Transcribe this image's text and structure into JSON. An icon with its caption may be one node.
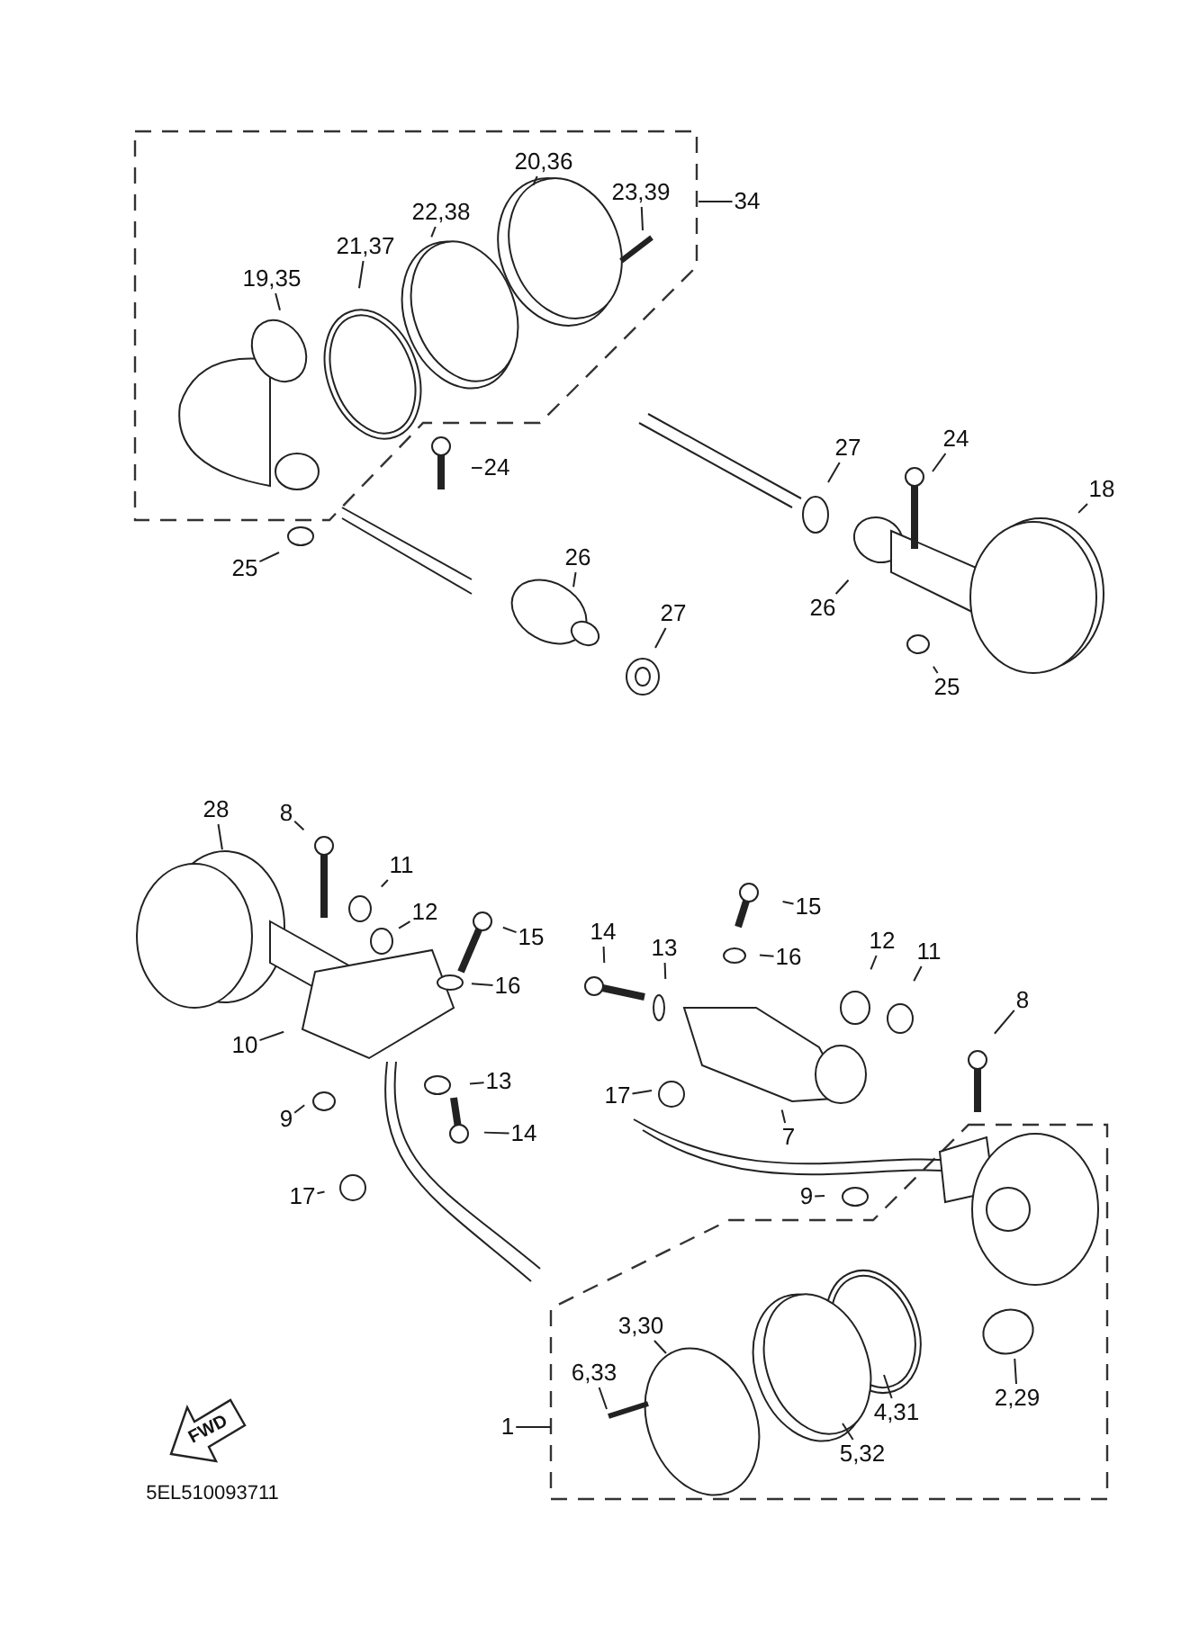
{
  "diagram": {
    "nodes": [
      {
        "text": [],
        "shape": "box"
      },
      {
        "text": [
          "34"
        ]
      },
      {
        "text": [
          "20,36"
        ],
        "in": 0
      },
      {
        "text": [
          "22,38"
        ],
        "in": 0
      },
      {
        "text": [
          "23,39"
        ],
        "in": 0
      },
      {
        "text": [
          "21,37"
        ],
        "in": 0
      },
      {
        "text": [
          "19,35"
        ],
        "in": 0
      },
      {
        "text": [
          "24"
        ]
      },
      {
        "text": [
          "25"
        ]
      },
      {
        "text": [
          "26"
        ]
      },
      {
        "text": [
          "27"
        ]
      },
      {
        "text": [
          "27"
        ]
      },
      {
        "text": [
          "24"
        ]
      },
      {
        "text": [
          "18"
        ]
      },
      {
        "text": [
          "26"
        ]
      },
      {
        "text": [
          "25"
        ]
      },
      {
        "text": [
          "28"
        ]
      },
      {
        "text": [
          "8"
        ]
      },
      {
        "text": [
          "11"
        ]
      },
      {
        "text": [
          "12"
        ]
      },
      {
        "text": [
          "15"
        ]
      },
      {
        "text": [
          "16"
        ]
      },
      {
        "text": [
          "10"
        ]
      },
      {
        "text": [
          "9"
        ]
      },
      {
        "text": [
          "13"
        ]
      },
      {
        "text": [
          "14"
        ]
      },
      {
        "text": [
          "17"
        ]
      },
      {
        "text": [
          "15"
        ]
      },
      {
        "text": [
          "14"
        ]
      },
      {
        "text": [
          "13"
        ]
      },
      {
        "text": [
          "16"
        ]
      },
      {
        "text": [
          "12"
        ]
      },
      {
        "text": [
          "11"
        ]
      },
      {
        "text": [
          "8"
        ]
      },
      {
        "text": [
          "17"
        ]
      },
      {
        "text": [
          "7"
        ]
      },
      {
        "text": [
          "9"
        ]
      },
      {
        "text": [],
        "shape": "box"
      },
      {
        "text": [
          "1"
        ]
      },
      {
        "text": [
          "3,30"
        ],
        "in": 37
      },
      {
        "text": [
          "6,33"
        ],
        "in": 37
      },
      {
        "text": [
          "4,31"
        ],
        "in": 37
      },
      {
        "text": [
          "5,32"
        ],
        "in": 37
      },
      {
        "text": [
          "2,29"
        ],
        "in": 37
      }
    ],
    "edges": [
      {
        "from": 1,
        "to": 0,
        "arrow": "none"
      },
      {
        "from": 2,
        "to": null,
        "arrow": "none"
      },
      {
        "from": 3,
        "to": null,
        "arrow": "none"
      },
      {
        "from": 4,
        "to": null,
        "arrow": "none"
      },
      {
        "from": 5,
        "to": null,
        "arrow": "none"
      },
      {
        "from": 6,
        "to": null,
        "arrow": "none"
      },
      {
        "from": 7,
        "to": null,
        "arrow": "none"
      },
      {
        "from": 8,
        "to": null,
        "arrow": "none"
      },
      {
        "from": 9,
        "to": null,
        "arrow": "none"
      },
      {
        "from": 10,
        "to": null,
        "arrow": "none"
      },
      {
        "from": 11,
        "to": null,
        "arrow": "none"
      },
      {
        "from": 12,
        "to": null,
        "arrow": "none"
      },
      {
        "from": 13,
        "to": null,
        "arrow": "none"
      },
      {
        "from": 14,
        "to": null,
        "arrow": "none"
      },
      {
        "from": 15,
        "to": null,
        "arrow": "none"
      },
      {
        "from": 16,
        "to": null,
        "arrow": "none"
      },
      {
        "from": 17,
        "to": null,
        "arrow": "none"
      },
      {
        "from": 18,
        "to": null,
        "arrow": "none"
      },
      {
        "from": 19,
        "to": null,
        "arrow": "none"
      },
      {
        "from": 20,
        "to": null,
        "arrow": "none"
      },
      {
        "from": 21,
        "to": null,
        "arrow": "none"
      },
      {
        "from": 22,
        "to": null,
        "arrow": "none"
      },
      {
        "from": 23,
        "to": null,
        "arrow": "none"
      },
      {
        "from": 24,
        "to": null,
        "arrow": "none"
      },
      {
        "from": 25,
        "to": null,
        "arrow": "none"
      },
      {
        "from": 26,
        "to": null,
        "arrow": "none"
      },
      {
        "from": 27,
        "to": null,
        "arrow": "none"
      },
      {
        "from": 28,
        "to": null,
        "arrow": "none"
      },
      {
        "from": 29,
        "to": null,
        "arrow": "none"
      },
      {
        "from": 30,
        "to": null,
        "arrow": "none"
      },
      {
        "from": 31,
        "to": null,
        "arrow": "none"
      },
      {
        "from": 32,
        "to": null,
        "arrow": "none"
      },
      {
        "from": 33,
        "to": null,
        "arrow": "none"
      },
      {
        "from": 34,
        "to": null,
        "arrow": "none"
      },
      {
        "from": 35,
        "to": null,
        "arrow": "none"
      },
      {
        "from": 36,
        "to": null,
        "arrow": "none"
      },
      {
        "from": 38,
        "to": 37,
        "arrow": "none"
      },
      {
        "from": 39,
        "to": null,
        "arrow": "none"
      },
      {
        "from": 40,
        "to": null,
        "arrow": "none"
      },
      {
        "from": 41,
        "to": null,
        "arrow": "none"
      },
      {
        "from": 42,
        "to": null,
        "arrow": "none"
      },
      {
        "from": 43,
        "to": null,
        "arrow": "none"
      }
    ],
    "labels": [
      "FWD",
      "5EL510093711"
    ]
  }
}
